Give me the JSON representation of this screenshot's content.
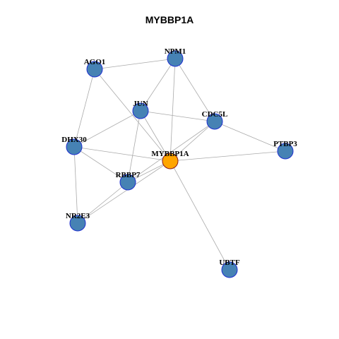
{
  "title": "MYBBP1A",
  "colors": {
    "node_fill": "#4682b4",
    "hub_fill": "#ffa500",
    "node_stroke": "#1f2fd0",
    "hub_stroke": "#8b1a1a",
    "edge": "#aaaaaa"
  },
  "nodes": [
    {
      "id": "MYBBP1A",
      "label": "MYBBP1A",
      "hub": true
    },
    {
      "id": "NPM1",
      "label": "NPM1"
    },
    {
      "id": "AGO1",
      "label": "AGO1"
    },
    {
      "id": "JUN",
      "label": "JUN"
    },
    {
      "id": "CDC5L",
      "label": "CDC5L"
    },
    {
      "id": "DHX30",
      "label": "DHX30"
    },
    {
      "id": "PTBP3",
      "label": "PTBP3"
    },
    {
      "id": "RBBP7",
      "label": "RBBP7"
    },
    {
      "id": "NR2E3",
      "label": "NR2E3"
    },
    {
      "id": "UBTF",
      "label": "UBTF"
    }
  ],
  "edges": [
    [
      "AGO1",
      "NPM1"
    ],
    [
      "AGO1",
      "MYBBP1A"
    ],
    [
      "AGO1",
      "DHX30"
    ],
    [
      "NPM1",
      "JUN"
    ],
    [
      "NPM1",
      "MYBBP1A"
    ],
    [
      "NPM1",
      "CDC5L"
    ],
    [
      "JUN",
      "DHX30"
    ],
    [
      "JUN",
      "CDC5L"
    ],
    [
      "JUN",
      "RBBP7"
    ],
    [
      "JUN",
      "MYBBP1A"
    ],
    [
      "CDC5L",
      "PTBP3"
    ],
    [
      "CDC5L",
      "MYBBP1A"
    ],
    [
      "CDC5L",
      "RBBP7"
    ],
    [
      "DHX30",
      "MYBBP1A"
    ],
    [
      "DHX30",
      "RBBP7"
    ],
    [
      "DHX30",
      "NR2E3"
    ],
    [
      "MYBBP1A",
      "PTBP3"
    ],
    [
      "MYBBP1A",
      "RBBP7"
    ],
    [
      "MYBBP1A",
      "NR2E3"
    ],
    [
      "MYBBP1A",
      "UBTF"
    ],
    [
      "RBBP7",
      "NR2E3"
    ]
  ]
}
